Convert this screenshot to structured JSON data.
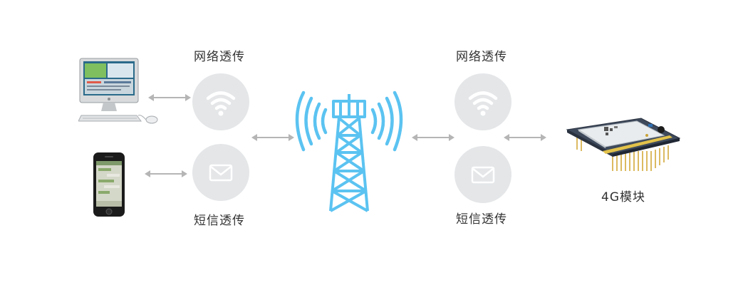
{
  "labels": {
    "network_left": "网络透传",
    "sms_left": "短信透传",
    "network_right": "网络透传",
    "sms_right": "短信透传",
    "module": "4G模块"
  },
  "icons": {
    "computer": "desktop-computer-icon",
    "phone": "smartphone-icon",
    "wifi": "wifi-icon",
    "mail": "envelope-icon",
    "tower": "cell-tower-icon",
    "module": "4g-module-board-icon",
    "arrow": "double-arrow-icon"
  },
  "colors": {
    "tower_blue": "#5bc3f1",
    "circle_bg": "#e4e6e8",
    "arrow_gray": "#b5b5b5",
    "label_text": "#333333"
  }
}
